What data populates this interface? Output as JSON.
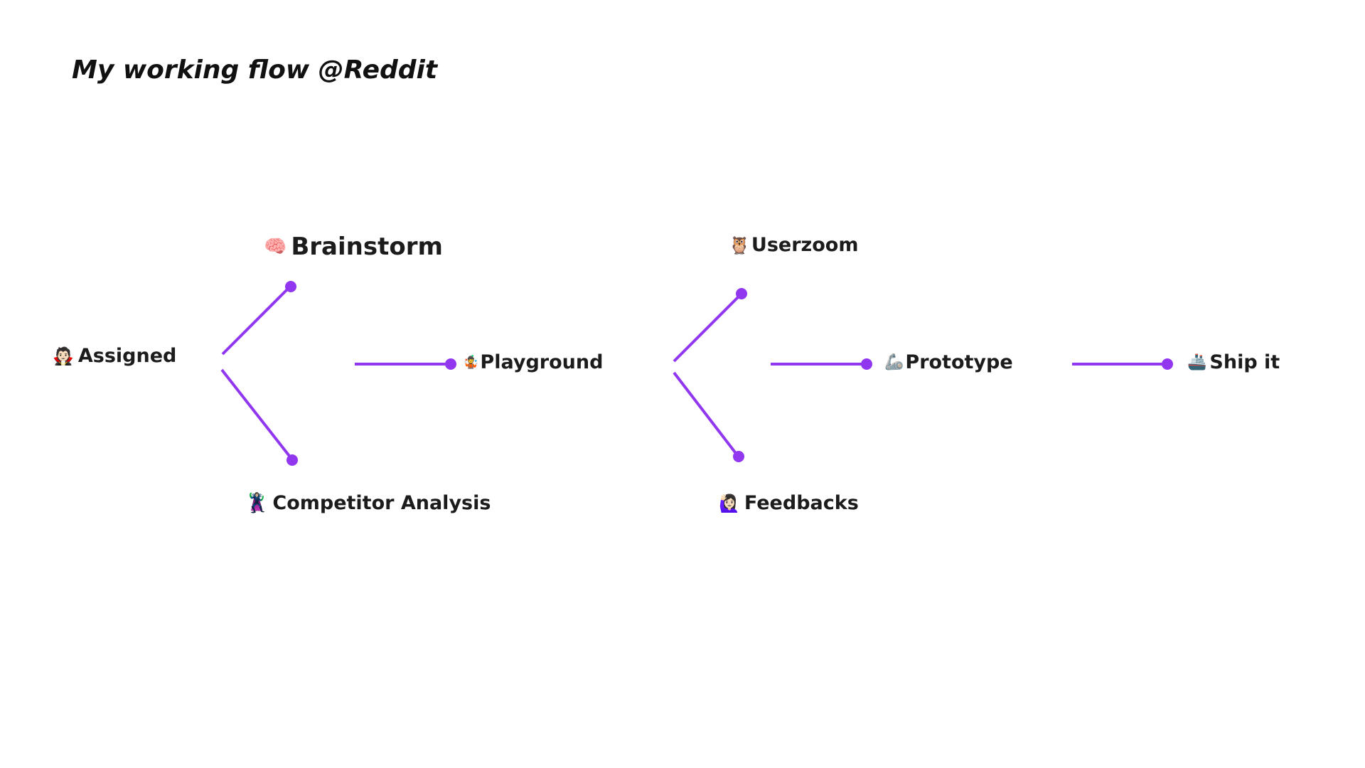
{
  "title": "My working flow @Reddit",
  "accent_color": "#9237f0",
  "nodes": {
    "assigned": {
      "icon": "🧛🏻",
      "icon_name": "vampire-icon",
      "label": "Assigned"
    },
    "brainstorm": {
      "icon": "🧠",
      "icon_name": "brain-icon",
      "label": "Brainstorm"
    },
    "competitor": {
      "icon": "🦹🏻‍♀️",
      "icon_name": "supervillain-icon",
      "label": "Competitor Analysis"
    },
    "playground": {
      "icon": "🤹",
      "icon_name": "juggling-icon",
      "label": "Playground"
    },
    "userzoom": {
      "icon": "🦉",
      "icon_name": "owl-icon",
      "label": "Userzoom"
    },
    "feedbacks": {
      "icon": "🙋🏻‍♀️",
      "icon_name": "raising-hand-icon",
      "label": "Feedbacks"
    },
    "prototype": {
      "icon": "🦾",
      "icon_name": "mechanical-arm-icon",
      "label": "Prototype"
    },
    "shipit": {
      "icon": "🚢",
      "icon_name": "ship-icon",
      "label": "Ship it"
    }
  }
}
